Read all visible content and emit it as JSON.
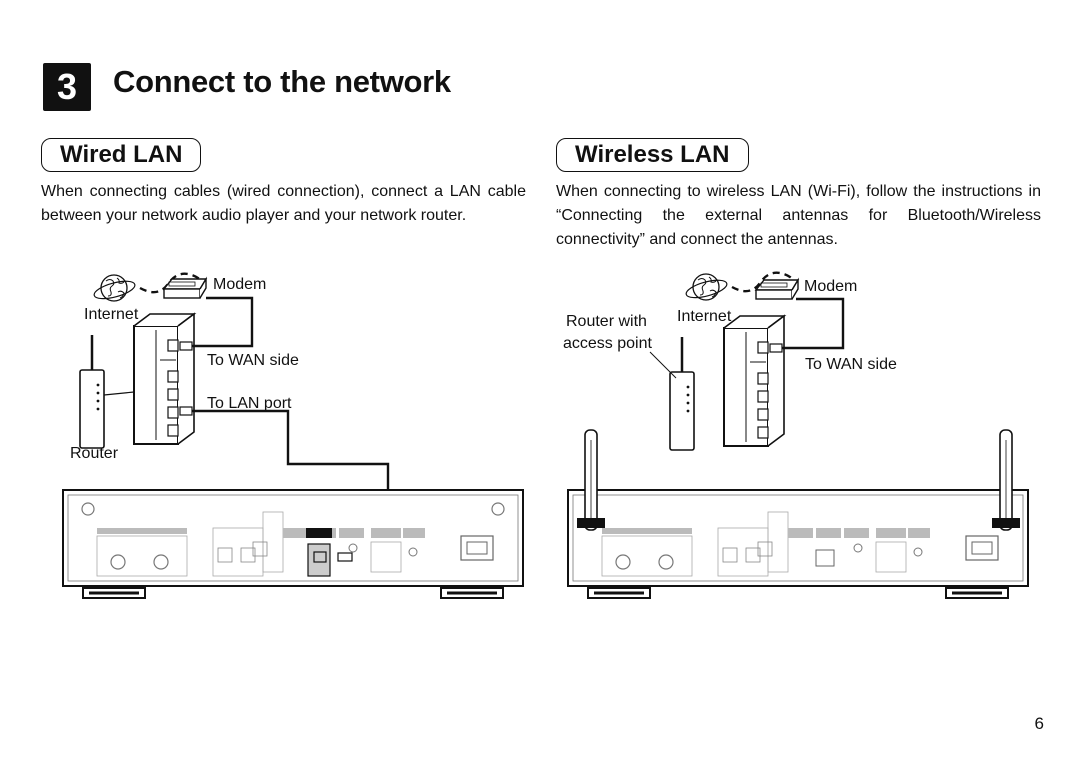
{
  "step": {
    "number": "3",
    "title": "Connect to the network"
  },
  "wired": {
    "heading": "Wired LAN",
    "description": "When connecting cables (wired connection), connect a LAN cable between your network audio player and your network router.",
    "labels": {
      "modem": "Modem",
      "internet": "Internet",
      "wan": "To WAN side",
      "lan": "To LAN port",
      "router": "Router"
    }
  },
  "wireless": {
    "heading": "Wireless LAN",
    "description": "When connecting to wireless LAN (Wi-Fi), follow the instructions in “Connecting the external antennas for Bluetooth/Wireless connectivity” and connect the antennas.",
    "labels": {
      "modem": "Modem",
      "router_with": "Router with",
      "access_point": "access point",
      "internet": "Internet",
      "wan": "To WAN side"
    }
  },
  "page_number": "6",
  "icons": [
    "globe-icon",
    "modem-icon",
    "router-icon",
    "lan-cable-icon",
    "antenna-icon",
    "player-rear-panel"
  ]
}
